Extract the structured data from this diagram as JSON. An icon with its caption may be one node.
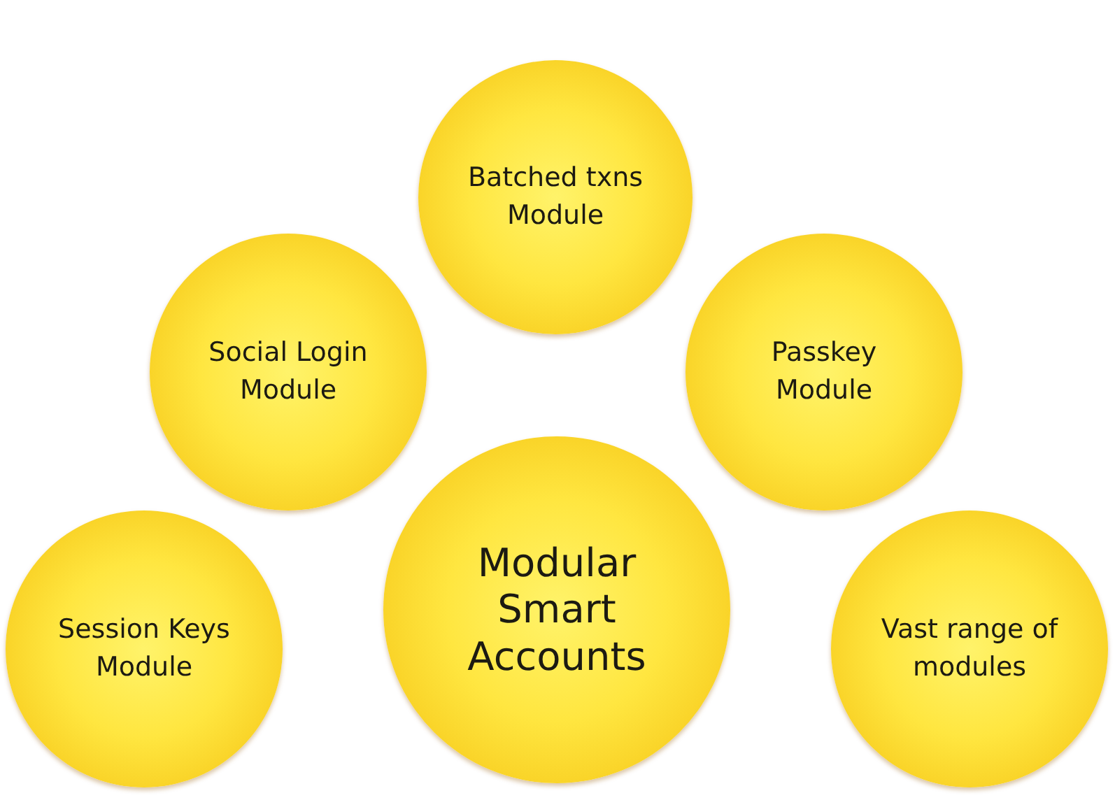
{
  "diagram": {
    "nodes": [
      {
        "text": [
          "Batched txns Module"
        ]
      },
      {
        "text": [
          "Social Login Module"
        ]
      },
      {
        "text": [
          "Passkey Module"
        ]
      },
      {
        "text": [
          "Session Keys Module"
        ]
      },
      {
        "text": [
          "Modular Smart Accounts"
        ]
      },
      {
        "text": [
          "Vast range of modules"
        ]
      }
    ]
  }
}
